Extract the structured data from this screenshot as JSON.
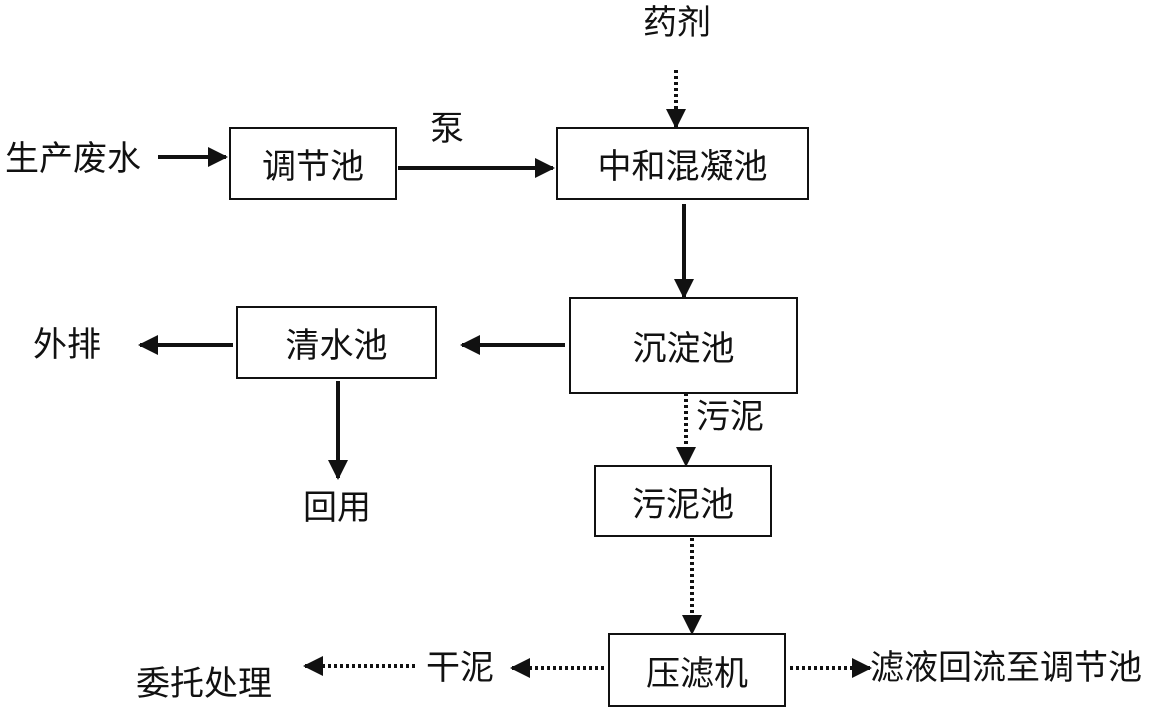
{
  "nodes": {
    "regulating_tank": "调节池",
    "neutralization_coagulation_tank": "中和混凝池",
    "sedimentation_tank": "沉淀池",
    "clear_water_tank": "清水池",
    "sludge_tank": "污泥池",
    "filter_press": "压滤机"
  },
  "labels": {
    "chemicals": "药剂",
    "production_wastewater": "生产废水",
    "pump": "泵",
    "discharge": "外排",
    "reuse": "回用",
    "sludge": "污泥",
    "dry_sludge": "干泥",
    "outsourced_disposal": "委托处理",
    "filtrate_return": "滤液回流至调节池"
  }
}
